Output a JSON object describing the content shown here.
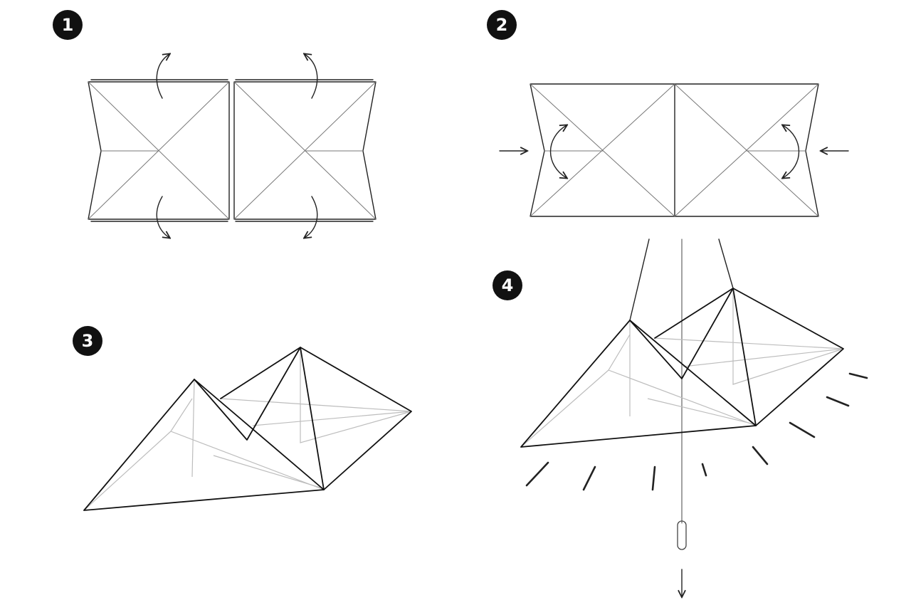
{
  "steps": [
    {
      "number": "1"
    },
    {
      "number": "2"
    },
    {
      "number": "3"
    },
    {
      "number": "4"
    }
  ]
}
